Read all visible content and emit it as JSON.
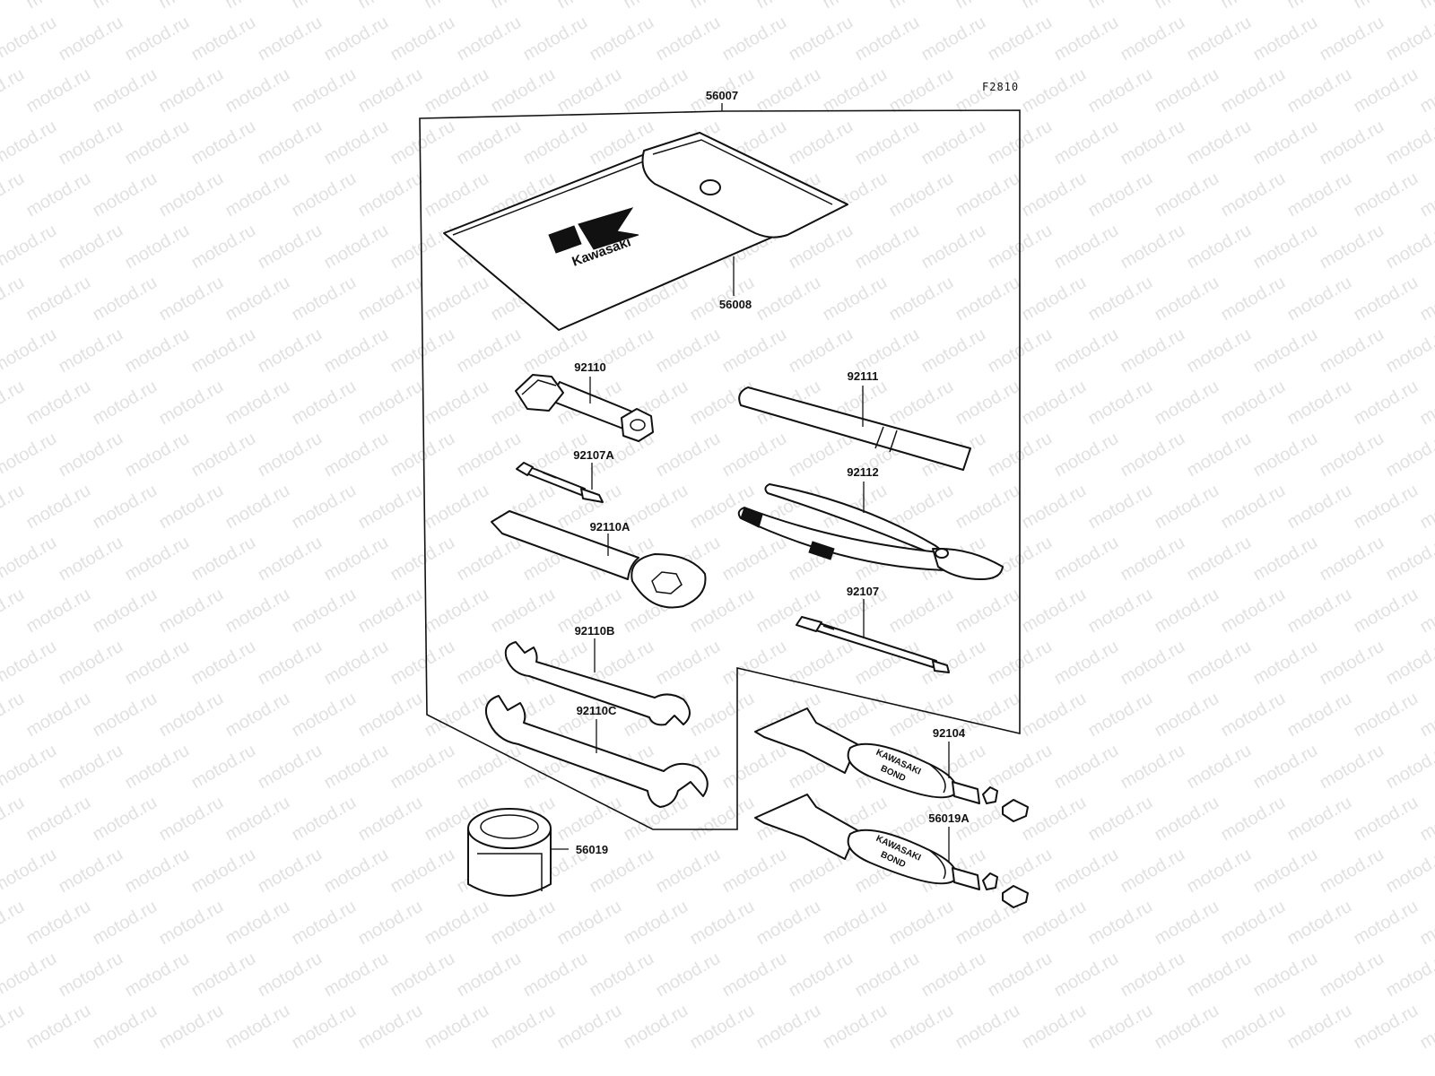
{
  "diagram": {
    "reference_code": "F2810",
    "watermark_text": "motod.ru",
    "colors": {
      "line": "#111111",
      "background": "#ffffff",
      "watermark": "#c8c8c8"
    },
    "parts": [
      {
        "id": "p56007",
        "number": "56007"
      },
      {
        "id": "p56008",
        "number": "56008",
        "logo_text": "Kawasaki"
      },
      {
        "id": "p92110",
        "number": "92110"
      },
      {
        "id": "p92107A",
        "number": "92107A"
      },
      {
        "id": "p92110A",
        "number": "92110A"
      },
      {
        "id": "p92110B",
        "number": "92110B"
      },
      {
        "id": "p92110C",
        "number": "92110C"
      },
      {
        "id": "p56019",
        "number": "56019"
      },
      {
        "id": "p92111",
        "number": "92111"
      },
      {
        "id": "p92112",
        "number": "92112"
      },
      {
        "id": "p92107",
        "number": "92107"
      },
      {
        "id": "p92104",
        "number": "92104",
        "tube_text": [
          "KAWASAKI",
          "BOND"
        ]
      },
      {
        "id": "p56019A",
        "number": "56019A",
        "tube_text": [
          "KAWASAKI",
          "BOND"
        ]
      }
    ]
  }
}
